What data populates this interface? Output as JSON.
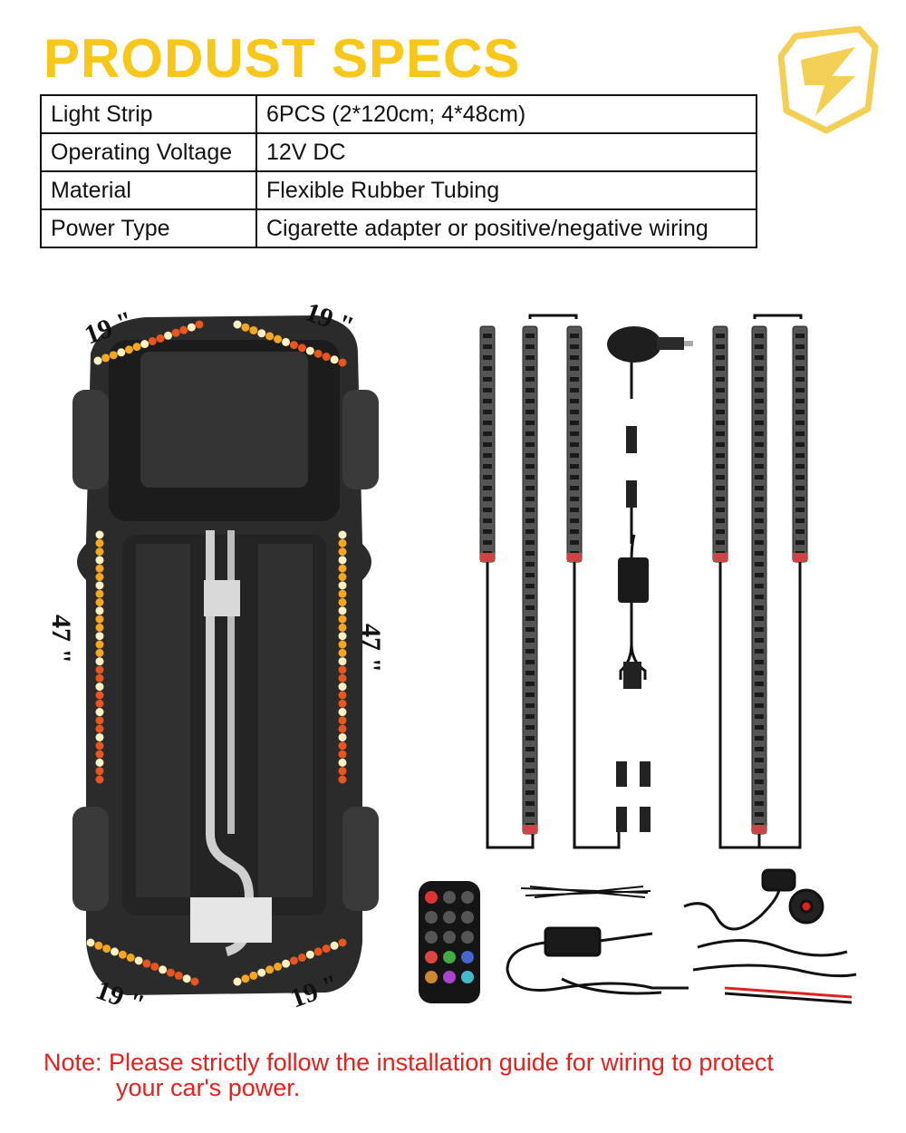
{
  "title": "PRODUST SPECS",
  "specs": [
    {
      "label": "Light Strip",
      "value": "6PCS (2*120cm; 4*48cm)"
    },
    {
      "label": "Operating Voltage",
      "value": "12V DC"
    },
    {
      "label": "Material",
      "value": "Flexible Rubber Tubing"
    },
    {
      "label": "Power Type",
      "value": "Cigarette adapter or positive/negative wiring"
    }
  ],
  "dimensions": {
    "front_left": "19 \"",
    "front_right": "19 \"",
    "side_left": "47 \"",
    "side_right": "47 \"",
    "rear_left": "19 \"",
    "rear_right": "19 \""
  },
  "note": {
    "line1": "Note: Please strictly follow the installation guide for wiring to protect",
    "line2": "your car's power."
  },
  "colors": {
    "title": "#f7c81b",
    "note": "#e5211d",
    "led_amber": "#f5a623",
    "led_orange": "#e8551e"
  },
  "icons": [
    "brand-logo-icon",
    "car-underbody",
    "led-strip",
    "remote-control",
    "cigarette-adapter-icon",
    "control-box-icon",
    "cable-ties-icon",
    "power-switch-icon"
  ]
}
